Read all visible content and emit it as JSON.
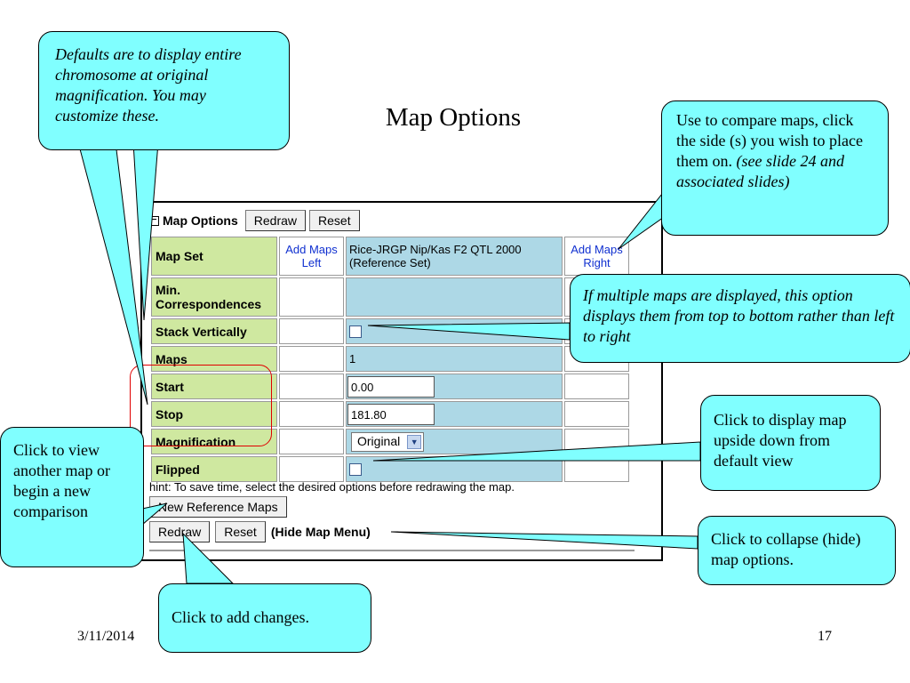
{
  "slide": {
    "title": "Map Options",
    "date": "3/11/2014",
    "page_number": "17"
  },
  "panel": {
    "header_title": "Map Options",
    "redraw_label": "Redraw",
    "reset_label": "Reset",
    "rows": {
      "map_set": {
        "label": "Map Set",
        "left": "Add Maps Left",
        "ref": "Rice-JRGP Nip/Kas F2 QTL 2000 (Reference Set)",
        "right": "Add Maps Right"
      },
      "min_corr": {
        "label": "Min. Correspondences"
      },
      "stack": {
        "label": "Stack Vertically"
      },
      "maps": {
        "label": "Maps",
        "value": "1"
      },
      "start": {
        "label": "Start",
        "value": "0.00"
      },
      "stop": {
        "label": "Stop",
        "value": "181.80"
      },
      "magnification": {
        "label": "Magnification",
        "value": "Original"
      },
      "flipped": {
        "label": "Flipped"
      }
    },
    "hint": "hint: To save time, select the desired options before redrawing the map.",
    "new_ref_label": "New Reference Maps",
    "bottom_redraw_label": "Redraw",
    "bottom_reset_label": "Reset",
    "hide_menu_label": "(Hide Map Menu)"
  },
  "callouts": {
    "defaults": "Defaults are to display entire chromosome at original magnification. You may customize these.",
    "compare": "Use to compare maps, click the side (s) you wish to place them on.",
    "compare_note": "(see slide 24 and associated slides)",
    "stack": "If multiple maps are displayed, this option displays them from top to bottom rather than left to right",
    "flip": "Click to display map upside down from default view",
    "new_map": "Click to view another map or begin a new comparison",
    "collapse": "Click to collapse (hide) map options.",
    "add_changes": "Click to add changes."
  },
  "colors": {
    "callout_fill": "#80ffff",
    "label_cell": "#cfe8a0",
    "ref_cell": "#add8e6",
    "highlight_oval": "#e00000"
  }
}
